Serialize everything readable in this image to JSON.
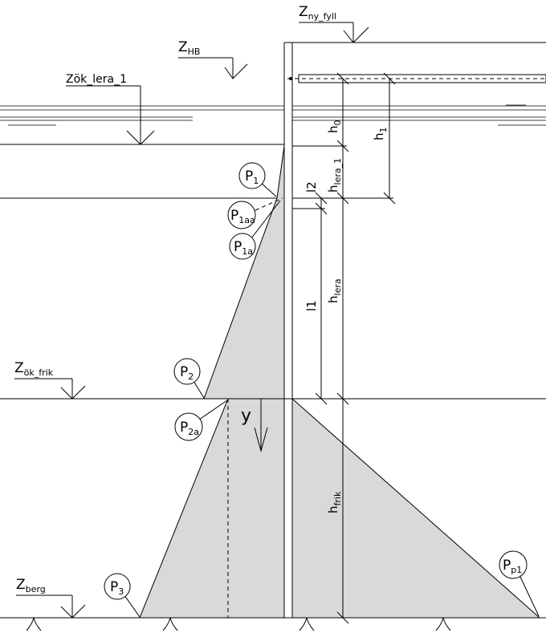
{
  "levels": {
    "ny_fyll": {
      "main": "Z",
      "sub": "ny_fyll"
    },
    "hb": {
      "main": "Z",
      "sub": "HB"
    },
    "ok_lera_1": {
      "text": "Zök_lera_1"
    },
    "ok_frik": {
      "main": "Z",
      "sub": "ök_frik"
    },
    "berg": {
      "main": "Z",
      "sub": "berg"
    }
  },
  "points": {
    "p1": {
      "main": "P",
      "sub": "1"
    },
    "p1aa": {
      "main": "P",
      "sub": "1aa"
    },
    "p1a": {
      "main": "P",
      "sub": "1a"
    },
    "p2": {
      "main": "P",
      "sub": "2"
    },
    "p2a": {
      "main": "P",
      "sub": "2a"
    },
    "p3": {
      "main": "P",
      "sub": "3"
    },
    "pp1": {
      "main": "P",
      "sub": "p1"
    }
  },
  "dimensions": {
    "h0": {
      "main": "h",
      "sub": "0"
    },
    "h1": {
      "main": "h",
      "sub": "1"
    },
    "l2": {
      "text": "l2"
    },
    "h_lera_1": {
      "main": "h",
      "sub": "lera_1"
    },
    "l1": {
      "text": "l1"
    },
    "h_lera": {
      "main": "h",
      "sub": "lera"
    },
    "h_frik": {
      "main": "h",
      "sub": "frik"
    },
    "y": {
      "text": "y"
    }
  }
}
